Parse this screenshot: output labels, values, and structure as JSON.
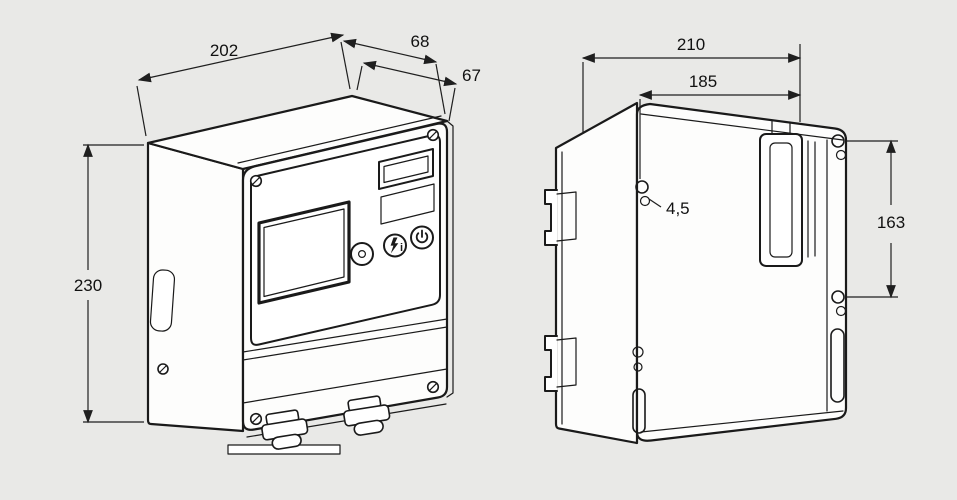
{
  "colors": {
    "background": "#e9e9e7",
    "line": "#1a1a1a"
  },
  "front_view": {
    "dims": {
      "width": "202",
      "depth_total": "68",
      "depth_housing": "67",
      "height": "230"
    },
    "icons": {
      "info_button_label": "i"
    }
  },
  "rear_view": {
    "dims": {
      "width_overall": "210",
      "mounting_width": "185",
      "hole_diameter": "4,5",
      "mounting_height": "163"
    }
  }
}
